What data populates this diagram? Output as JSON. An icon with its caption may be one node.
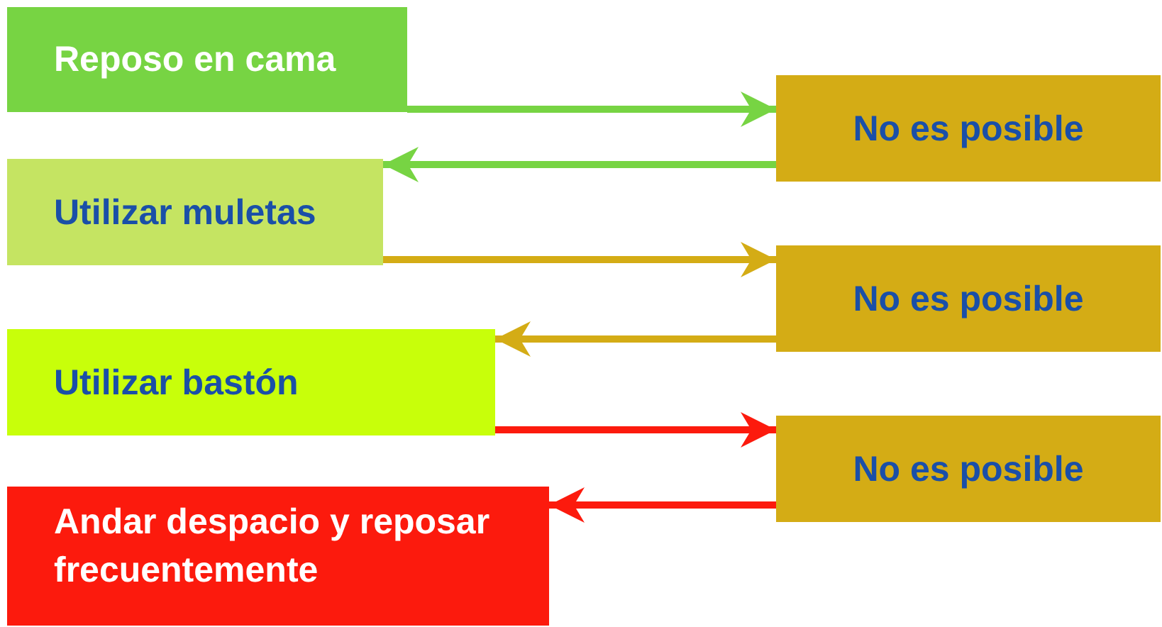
{
  "diagram": {
    "nodes": [
      {
        "text": [
          "Reposo en cama"
        ]
      },
      {
        "text": [
          "No es posible"
        ]
      },
      {
        "text": [
          "Utilizar muletas"
        ]
      },
      {
        "text": [
          "No es posible"
        ]
      },
      {
        "text": [
          "Utilizar bastón"
        ]
      },
      {
        "text": [
          "No es posible"
        ]
      },
      {
        "text": [
          "Andar despacio y reposar frecuentemente"
        ]
      }
    ],
    "edges": [
      {
        "from": 0,
        "to": 1,
        "arrow": "to",
        "color": "#77d443"
      },
      {
        "from": 1,
        "to": 2,
        "arrow": "to",
        "color": "#77d443"
      },
      {
        "from": 2,
        "to": 3,
        "arrow": "to",
        "color": "#d4ac15"
      },
      {
        "from": 3,
        "to": 4,
        "arrow": "to",
        "color": "#d4ac15"
      },
      {
        "from": 4,
        "to": 5,
        "arrow": "to",
        "color": "#fc1a0d"
      },
      {
        "from": 5,
        "to": 6,
        "arrow": "to",
        "color": "#fc1a0d"
      }
    ]
  }
}
